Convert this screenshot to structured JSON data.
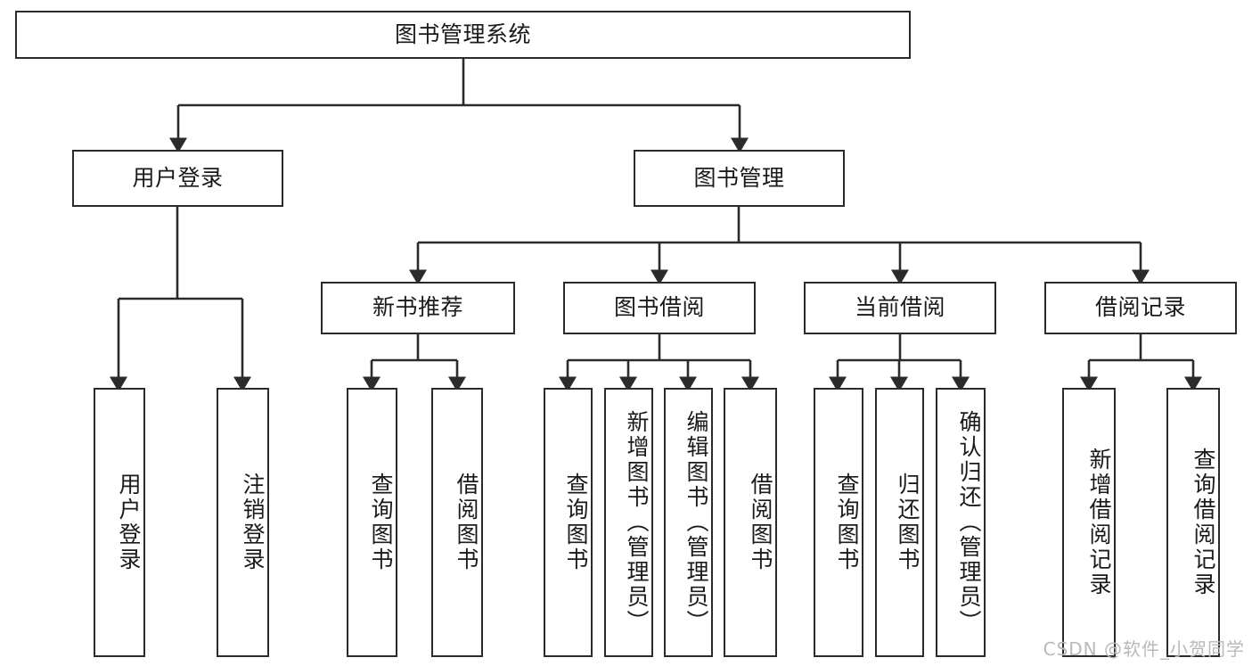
{
  "diagram": {
    "title": "图书管理系统",
    "type": "tree",
    "watermark": "CSDN @软件_小贺同学",
    "colors": {
      "background": "#ffffff",
      "node_border": "#2b2b2b",
      "node_fill": "#ffffff",
      "edge": "#2b2b2b",
      "text": "#1a1a1a",
      "watermark": "#b9b9b9"
    },
    "root": {
      "label": "图书管理系统"
    },
    "level2": [
      {
        "label": "用户登录"
      },
      {
        "label": "图书管理"
      }
    ],
    "level3": [
      {
        "label": "新书推荐"
      },
      {
        "label": "图书借阅"
      },
      {
        "label": "当前借阅"
      },
      {
        "label": "借阅记录"
      }
    ],
    "leaves": {
      "user_login": [
        {
          "label": "用户登录"
        },
        {
          "label": "注销登录"
        }
      ],
      "new_book_recommend": [
        {
          "label": "查询图书"
        },
        {
          "label": "借阅图书"
        }
      ],
      "book_borrow": [
        {
          "label": "查询图书"
        },
        {
          "label": "新增图书（管理员）"
        },
        {
          "label": "编辑图书（管理员）"
        },
        {
          "label": "借阅图书"
        }
      ],
      "current_borrow": [
        {
          "label": "查询图书"
        },
        {
          "label": "归还图书"
        },
        {
          "label": "确认归还（管理员）"
        }
      ],
      "borrow_record": [
        {
          "label": "新增借阅记录"
        },
        {
          "label": "查询借阅记录"
        }
      ]
    }
  }
}
